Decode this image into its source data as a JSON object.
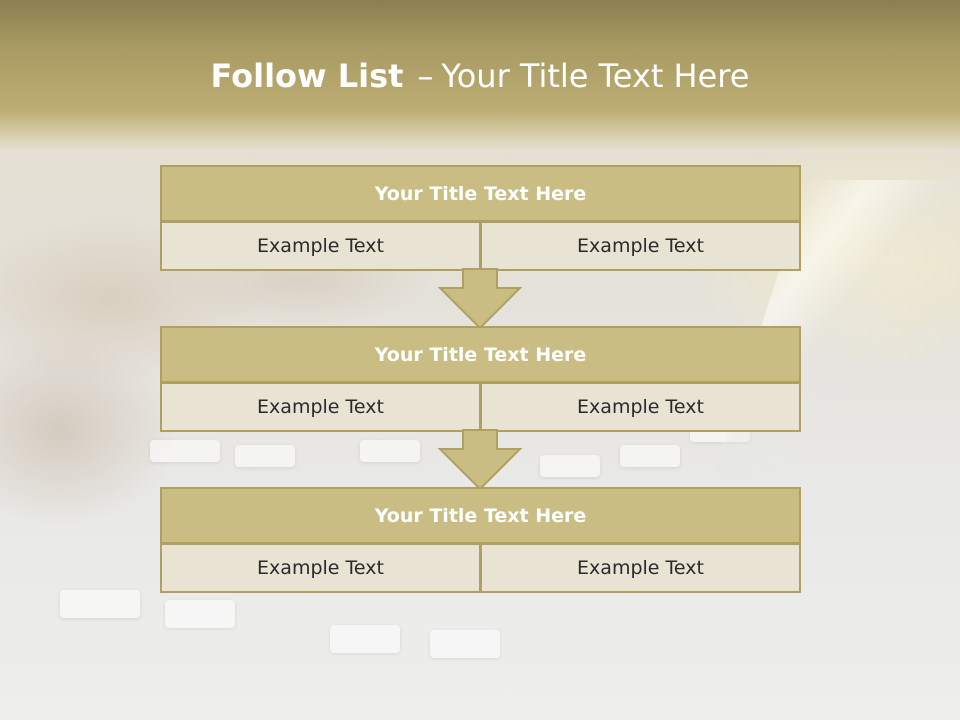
{
  "title": {
    "bold": "Follow List",
    "dash": "–",
    "rest": "Your Title Text Here"
  },
  "stages": [
    {
      "title": "Your Title Text Here",
      "cells": [
        "Example Text",
        "Example Text"
      ]
    },
    {
      "title": "Your Title Text Here",
      "cells": [
        "Example Text",
        "Example Text"
      ]
    },
    {
      "title": "Your Title Text Here",
      "cells": [
        "Example Text",
        "Example Text"
      ]
    }
  ],
  "colors": {
    "header_band": "#a79a62",
    "stage_head_fill": "#c9bd84",
    "cell_fill": "#e9e3d4",
    "border": "#b0a060",
    "arrow_fill": "#c9bd84"
  }
}
